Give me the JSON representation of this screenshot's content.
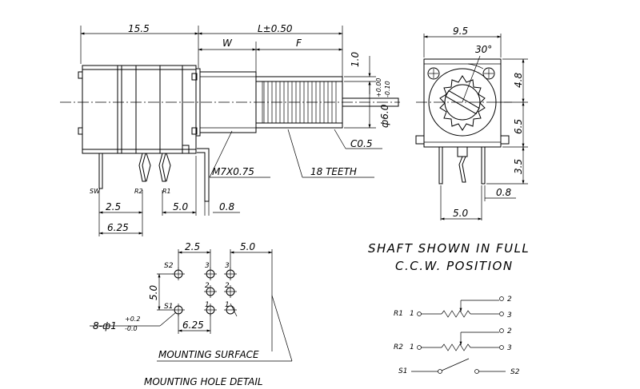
{
  "side_view": {
    "dims": {
      "body_length": "15.5",
      "shaft_length": "L±0.50",
      "w": "W",
      "f": "F",
      "knurl_offset": "1.0",
      "shaft_dia": "ф6.0",
      "shaft_dia_tol_upper": "+0.00",
      "shaft_dia_tol_lower": "-0.10",
      "chamfer": "C0.5",
      "thread": "M7X0.75",
      "teeth": "18 TEETH",
      "pin_pitch_a": "2.5",
      "pin_pitch_b": "5.0",
      "pin_width": "0.8",
      "sw_offset": "6.25"
    },
    "pin_labels": {
      "sw": "SW",
      "r2": "R2",
      "r1": "R1"
    }
  },
  "front_view": {
    "dims": {
      "width": "9.5",
      "angle": "30°",
      "h_top": "4.8",
      "h_mid": "6.5",
      "h_low": "3.5",
      "pin_width": "0.8",
      "pin_span": "5.0"
    }
  },
  "hole_detail": {
    "dims": {
      "pitch_a": "2.5",
      "pitch_b": "5.0",
      "row_pitch": "5.0",
      "sw_offset": "6.25"
    },
    "hole_spec": "8-ф1",
    "hole_tol_upper": "+0.2",
    "hole_tol_lower": "-0.0",
    "labels": {
      "s2": "S2",
      "s1": "S1",
      "n3a": "3",
      "n3b": "3",
      "n2a": "2",
      "n2b": "2",
      "n1a": "1",
      "n1b": "1"
    },
    "mounting_surface": "MOUNTING SURFACE",
    "title": "MOUNTING HOLE DETAIL"
  },
  "note": {
    "line1": "SHAFT SHOWN IN FULL",
    "line2": "C.C.W. POSITION"
  },
  "schematic": {
    "r1": {
      "label": "R1",
      "p1": "1",
      "p2": "2",
      "p3": "3"
    },
    "r2": {
      "label": "R2",
      "p1": "1",
      "p2": "2",
      "p3": "3"
    },
    "sw": {
      "s1": "S1",
      "s2": "S2"
    }
  }
}
